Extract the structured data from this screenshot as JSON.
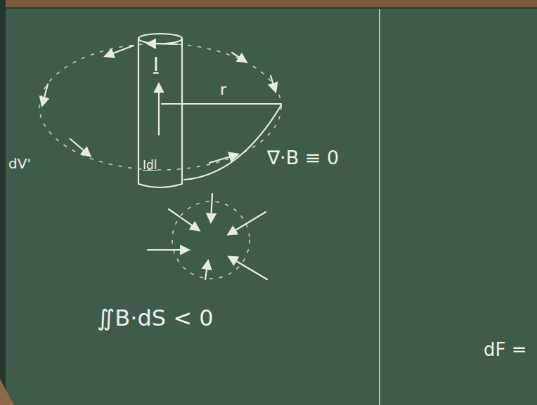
{
  "diagram": {
    "labels": [
      "I",
      "r",
      "Idl",
      "∇·B ≡ 0",
      "∬B·dS < 0",
      "dV'",
      "dF ="
    ]
  }
}
